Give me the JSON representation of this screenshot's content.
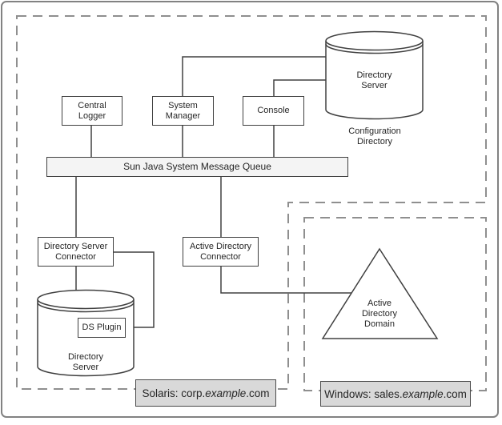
{
  "diagram": {
    "nodes": {
      "central_logger": "Central\nLogger",
      "system_manager": "System\nManager",
      "console": "Console",
      "message_queue": "Sun Java System Message Queue",
      "directory_server_connector": "Directory Server\nConnector",
      "active_directory_connector": "Active Directory\nConnector",
      "ds_plugin": "DS Plugin",
      "configuration_directory_server": "Directory\nServer",
      "configuration_directory_caption": "Configuration\nDirectory",
      "local_directory_server": "Directory\nServer",
      "active_directory_domain": "Active\nDirectory\nDomain"
    },
    "domain_labels": {
      "solaris": {
        "prefix": "Solaris: corp.",
        "emphasis": "example",
        "suffix": ".com"
      },
      "windows": {
        "prefix": "Windows: sales.",
        "emphasis": "example",
        "suffix": ".com"
      }
    },
    "colors": {
      "connector_line": "#404040",
      "dashed_boundary": "#8f8f8f",
      "node_border": "#404040",
      "node_fill": "#ffffff",
      "queue_fill": "#f4f4f4",
      "domain_label_fill": "#d9d9d9",
      "outer_frame": "#828282"
    }
  }
}
